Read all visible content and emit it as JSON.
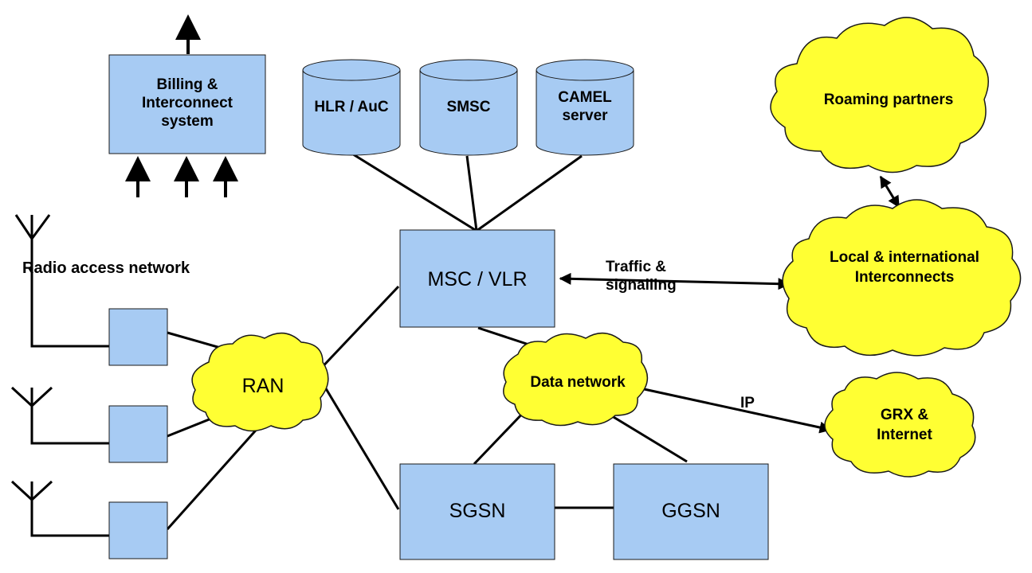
{
  "colors": {
    "box_fill": "#a7cbf3",
    "box_stroke": "#1a1a1a",
    "cloud_fill": "#ffff33",
    "cloud_stroke": "#1a1a1a",
    "line": "#000000"
  },
  "nodes": {
    "billing": "Billing &\nInterconnect\nsystem",
    "hlr": "HLR / AuC",
    "smsc": "SMSC",
    "camel": "CAMEL\nserver",
    "msc": "MSC / VLR",
    "sgsn": "SGSN",
    "ggsn": "GGSN"
  },
  "clouds": {
    "roaming": "Roaming partners",
    "interconnects": "Local & international\nInterconnects",
    "ran": "RAN",
    "data_network": "Data network",
    "grx": "GRX &\nInternet"
  },
  "labels": {
    "radio_access_network": "Radio access network",
    "traffic": "Traffic &\nsignalling",
    "ip": "IP"
  }
}
